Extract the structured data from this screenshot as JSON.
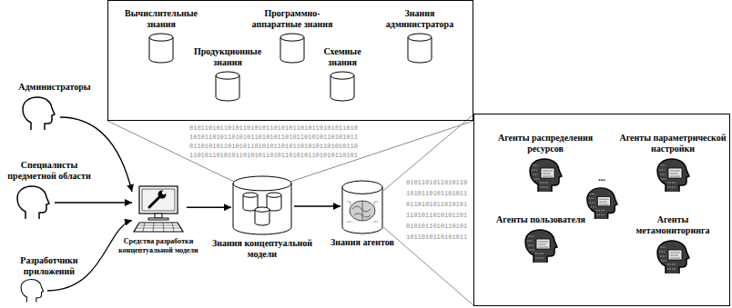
{
  "diagram": {
    "nodes": [
      {
        "text": []
      },
      {
        "text": [
          "Вычислительные знания"
        ],
        "in": 0
      },
      {
        "text": [
          "Продукционные знания"
        ],
        "in": 0
      },
      {
        "text": [
          "Программно-аппаратные знания"
        ],
        "in": 0
      },
      {
        "text": [
          "Схемные знания"
        ],
        "in": 0
      },
      {
        "text": [
          "Знания администратора"
        ],
        "in": 0
      },
      {
        "text": [
          "Администраторы"
        ]
      },
      {
        "text": [
          "Специалисты предметной области"
        ]
      },
      {
        "text": [
          "Разработчики приложений"
        ]
      },
      {
        "text": [
          "Средства разработки концептуальной модели"
        ]
      },
      {
        "text": [
          "Знания концептуальной модели"
        ]
      },
      {
        "text": [
          "Знания агентов"
        ]
      },
      {
        "text": []
      },
      {
        "text": [
          "Агенты распределения ресурсов"
        ],
        "in": 12
      },
      {
        "text": [
          "..."
        ],
        "in": 12
      },
      {
        "text": [
          "Агенты параметрической настройки"
        ],
        "in": 12
      },
      {
        "text": [
          "Агенты пользователя"
        ],
        "in": 12
      },
      {
        "text": [
          "Агенты метамониторинга"
        ],
        "in": 12
      }
    ],
    "edges": [
      {
        "from": 6,
        "to": 9,
        "arrow": "to"
      },
      {
        "from": 7,
        "to": 9,
        "arrow": "to"
      },
      {
        "from": 8,
        "to": 9,
        "arrow": "to"
      },
      {
        "from": 9,
        "to": 10,
        "arrow": "to"
      },
      {
        "from": 10,
        "to": 11,
        "arrow": "to"
      }
    ],
    "labels": [
      "01011010110101101010110101011010110101011010",
      "10101101011010101101010110101101010110101011",
      "01101010110101011010101101011010101101010110",
      "11010110101011010101101011010101101010110101",
      "0101101011010110",
      "1010110101101011",
      "0110101011010101",
      "1101011010101101",
      "0101011010110101",
      "1011010110101011"
    ]
  }
}
